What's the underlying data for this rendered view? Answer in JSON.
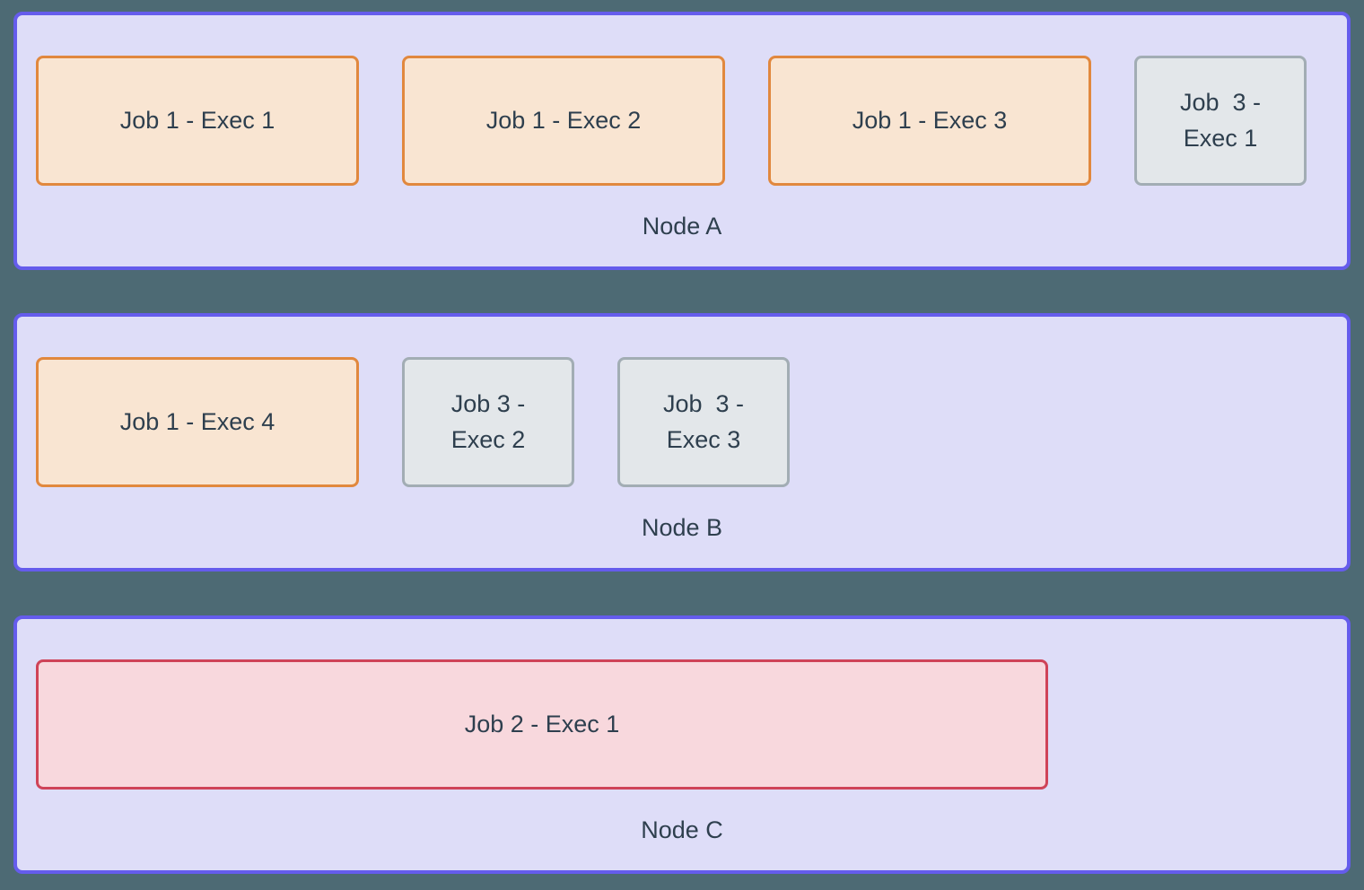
{
  "colors": {
    "canvas_background": "#4d6a74",
    "node_fill": "#deddf8",
    "node_border": "#655cec",
    "job1_fill": "#f9e5d2",
    "job1_border": "#e1883e",
    "job2_fill": "#f8d8dd",
    "job2_border": "#cf4358",
    "job3_fill": "#e3e7ea",
    "job3_border": "#a2adb4",
    "text": "#2e3f4e"
  },
  "nodes": [
    {
      "label": "Node A",
      "executors": [
        {
          "label": "Job 1 - Exec 1",
          "job": "job1"
        },
        {
          "label": "Job 1 - Exec 2",
          "job": "job1"
        },
        {
          "label": "Job 1 - Exec 3",
          "job": "job1"
        },
        {
          "label": "Job  3 -\nExec 1",
          "job": "job3"
        }
      ]
    },
    {
      "label": "Node B",
      "executors": [
        {
          "label": "Job 1 - Exec 4",
          "job": "job1"
        },
        {
          "label": "Job 3 -\nExec 2",
          "job": "job3"
        },
        {
          "label": "Job  3 -\nExec 3",
          "job": "job3"
        }
      ]
    },
    {
      "label": "Node C",
      "executors": [
        {
          "label": "Job 2 - Exec 1",
          "job": "job2"
        }
      ]
    }
  ]
}
